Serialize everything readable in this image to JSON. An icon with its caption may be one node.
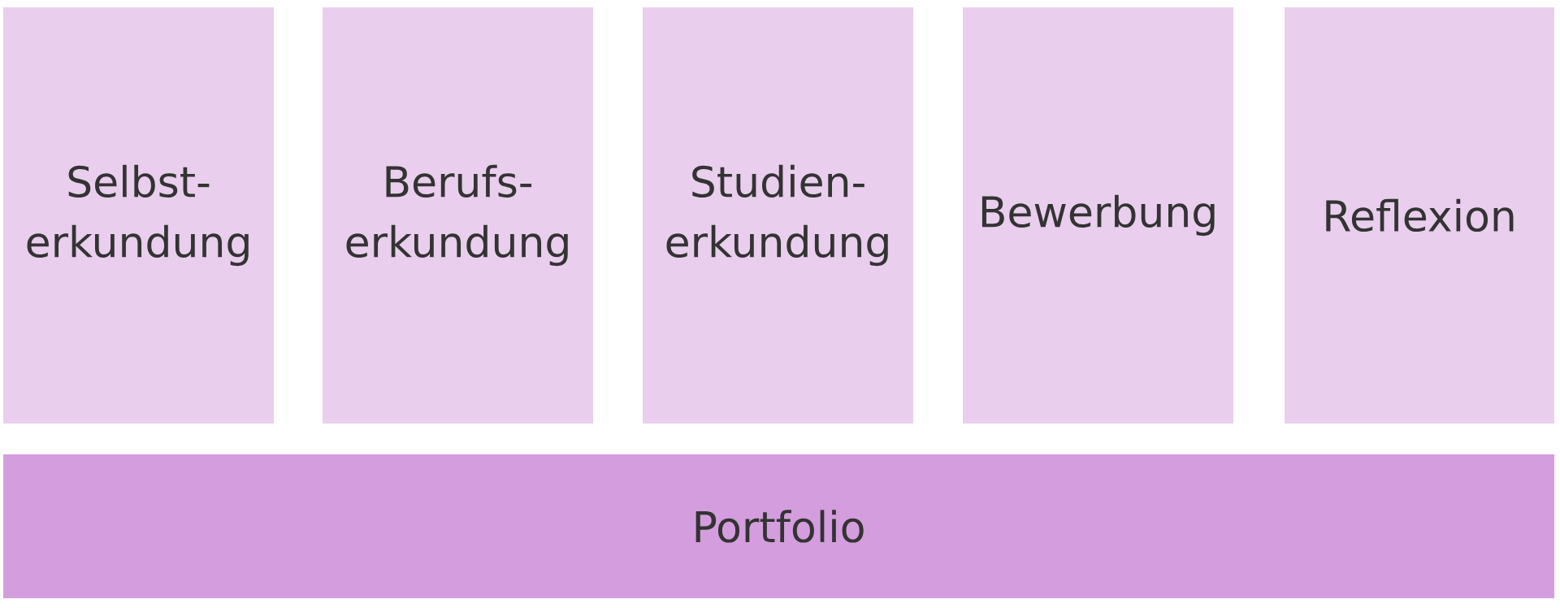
{
  "diagram": {
    "nodes": [
      {
        "text": [
          "Selbst- erkundung"
        ]
      },
      {
        "text": [
          "Berufs- erkundung"
        ]
      },
      {
        "text": [
          "Studien- erkundung"
        ]
      },
      {
        "text": [
          "Bewerbung"
        ]
      },
      {
        "text": [
          "Reflexion"
        ]
      },
      {
        "text": [
          "Portfolio"
        ]
      }
    ]
  }
}
